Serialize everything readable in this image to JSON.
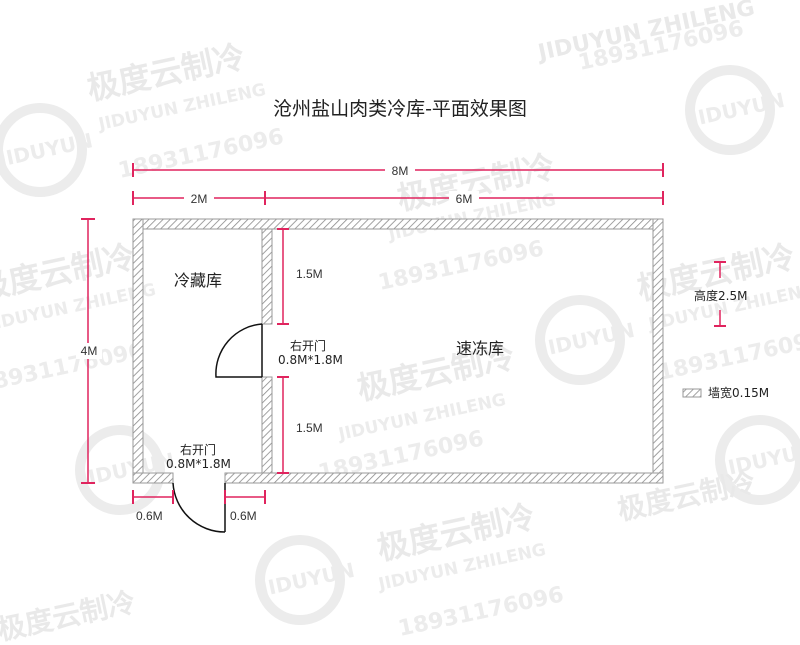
{
  "title": "沧州盐山肉类冷库-平面效果图",
  "dimensions": {
    "total_width": "8M",
    "left_width": "2M",
    "right_width": "6M",
    "total_depth": "4M",
    "upper_segment": "1.5M",
    "lower_segment": "1.5M",
    "door_left_offset": "0.6M",
    "door_right_offset": "0.6M"
  },
  "rooms": {
    "cold_storage": "冷藏库",
    "freezer": "速冻库"
  },
  "doors": {
    "inner_door": {
      "label": "右开门",
      "size": "0.8M*1.8M"
    },
    "outer_door": {
      "label": "右开门",
      "size": "0.8M*1.8M"
    }
  },
  "height_note": "高度2.5M",
  "legend": {
    "wall_thickness": "墙宽0.15M"
  },
  "colors": {
    "dimension_line": "#e0245e",
    "wall": "#9a9a9a",
    "watermark": "#e9e9e9"
  },
  "watermark": {
    "brand_cn": "极度云制冷",
    "brand_latin": "JIDUYUN ZHILENG",
    "phone": "18931176096",
    "logo_text": "JIDUYUN"
  }
}
